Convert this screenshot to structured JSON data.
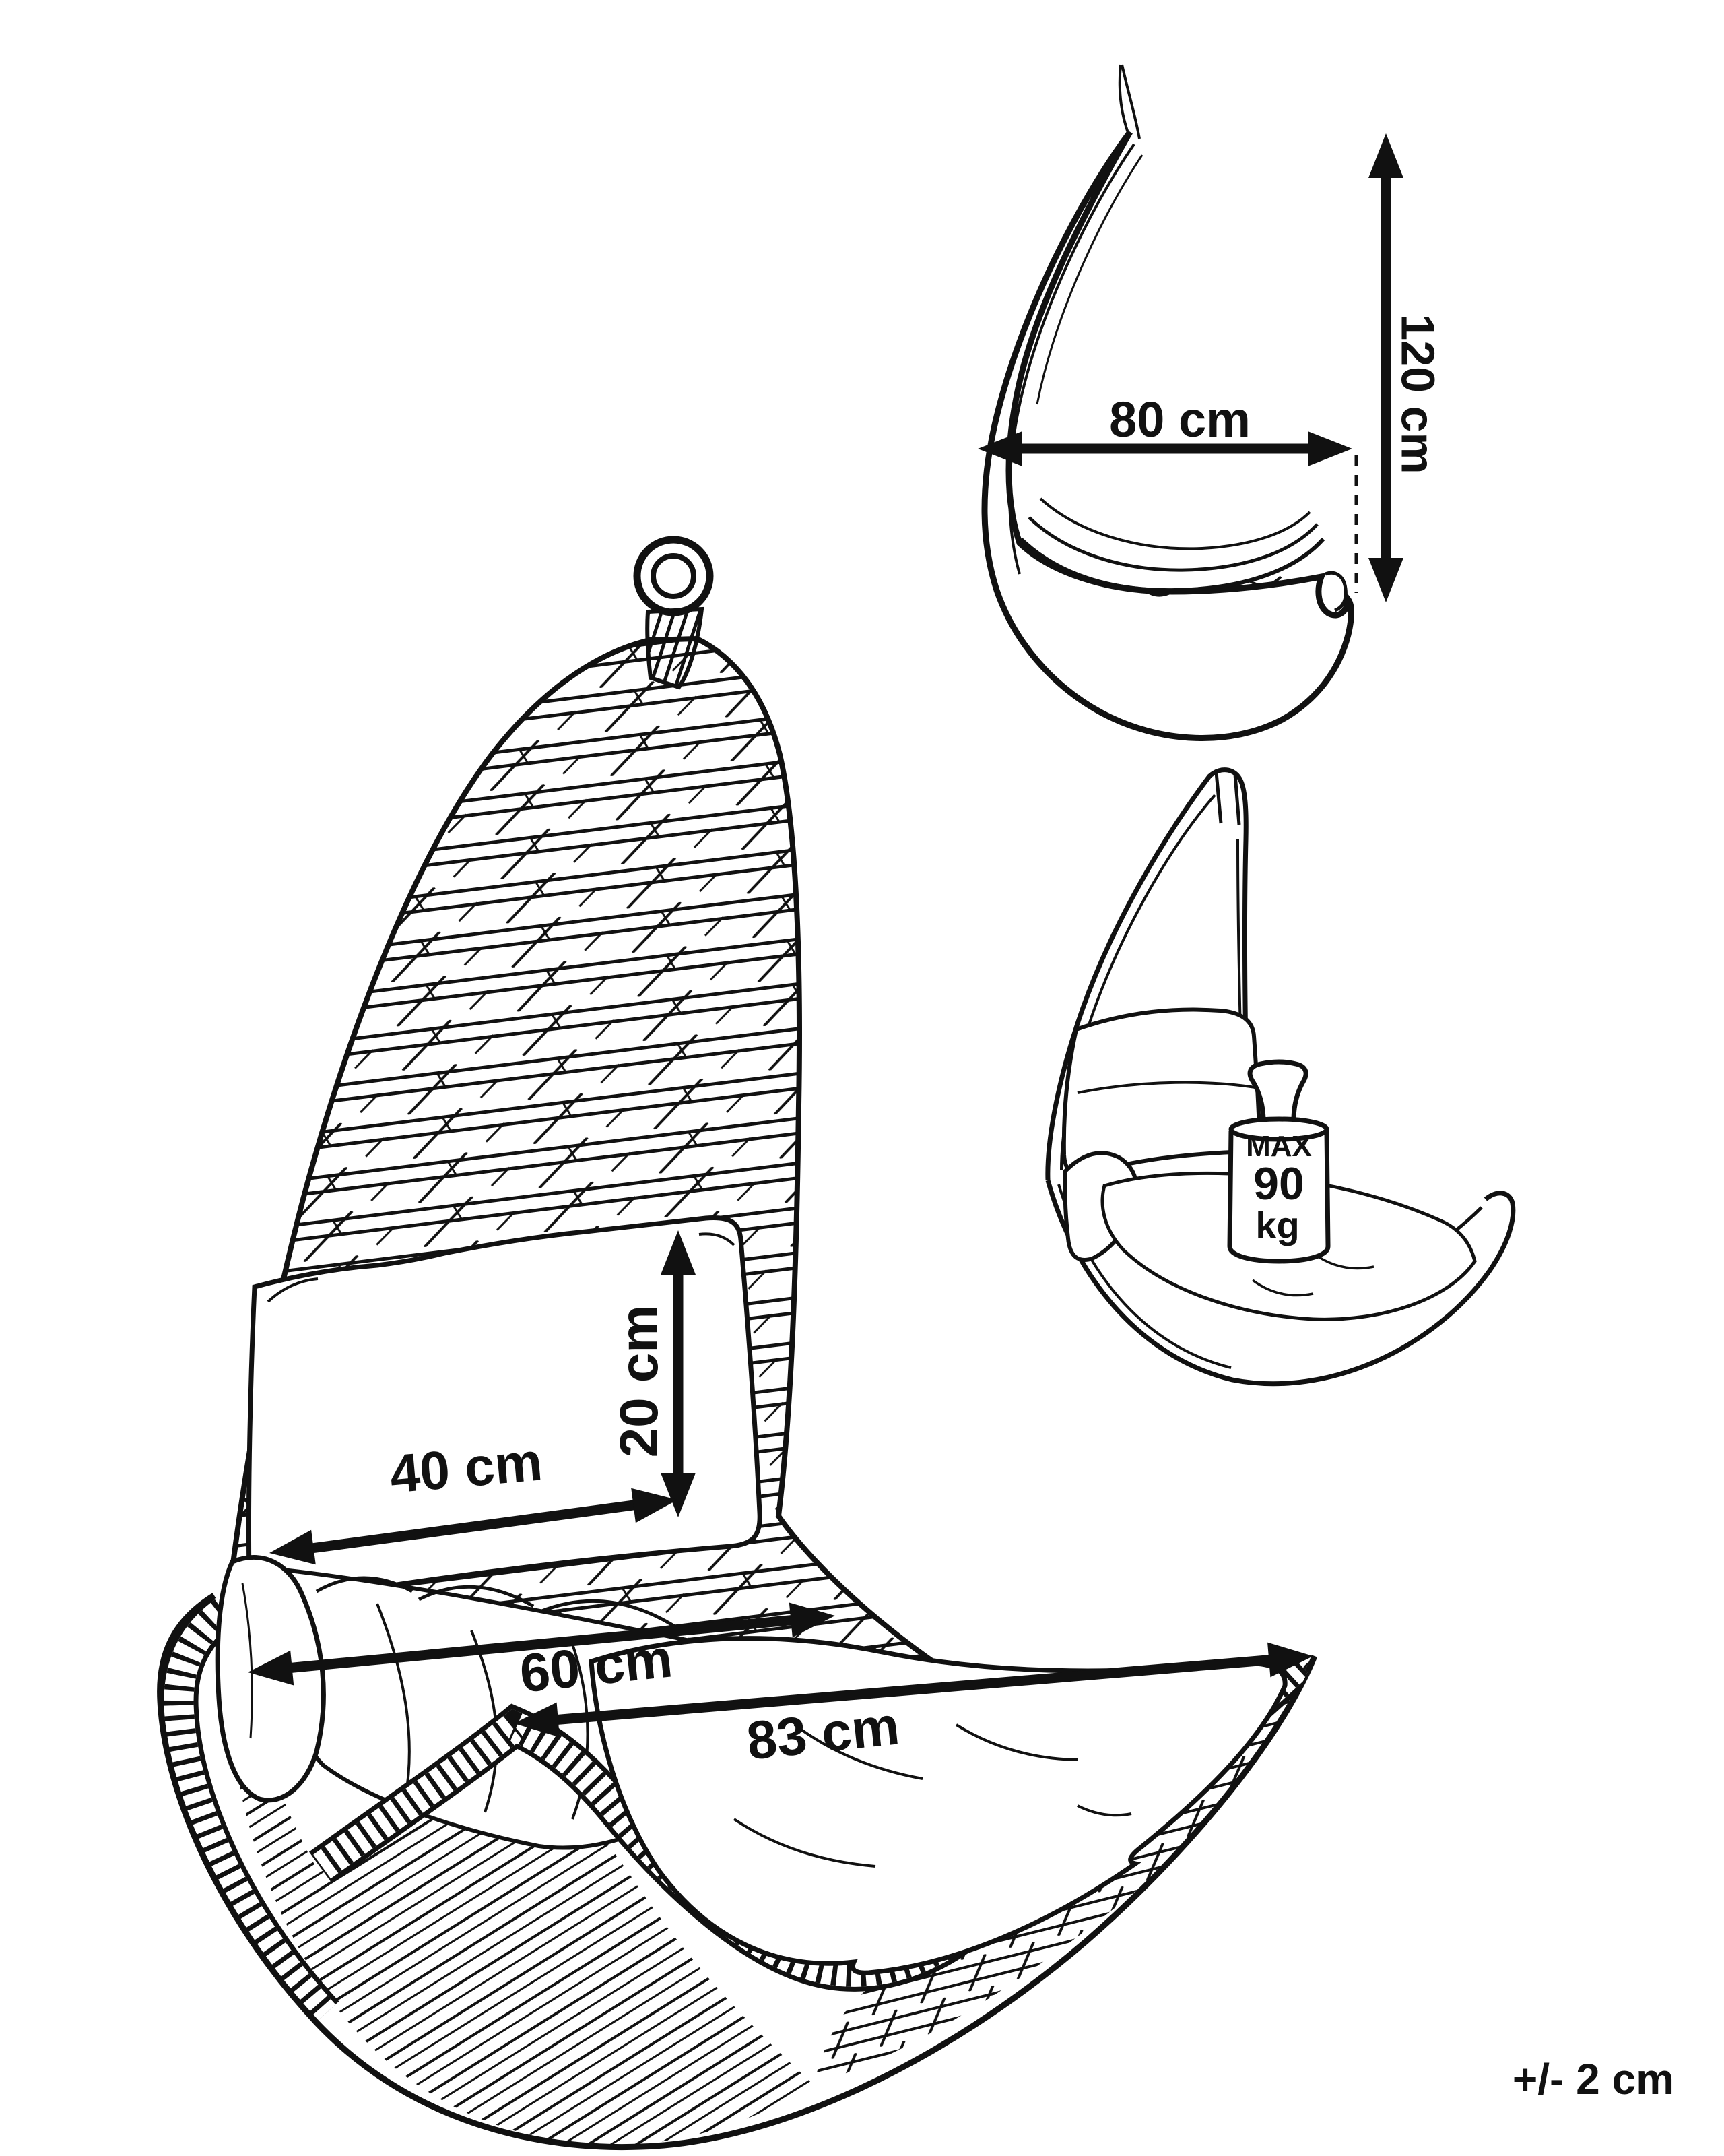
{
  "page": {
    "background": "#ffffff",
    "ink": "#111111",
    "tolerance_label": "+/- 2 cm"
  },
  "product": {
    "type": "hanging egg chair with cushions",
    "drawing_style": "black-and-white technical line drawing"
  },
  "views": {
    "main": {
      "name": "front perspective view with wicker weave texture",
      "dims": {
        "backrest_height": {
          "label": "20 cm",
          "value_cm": 20,
          "orientation": "vertical"
        },
        "backrest_width": {
          "label": "40 cm",
          "value_cm": 40,
          "orientation": "horizontal"
        },
        "seat_width": {
          "label": "60 cm",
          "value_cm": 60,
          "orientation": "horizontal"
        },
        "overall_width": {
          "label": "83 cm",
          "value_cm": 83,
          "orientation": "horizontal"
        }
      }
    },
    "side": {
      "name": "side profile view",
      "dims": {
        "depth": {
          "label": "80 cm",
          "value_cm": 80,
          "orientation": "horizontal"
        },
        "height": {
          "label": "120 cm",
          "value_cm": 120,
          "orientation": "vertical"
        }
      }
    },
    "load": {
      "name": "front view with maximum load weight",
      "max_load": {
        "label": "MAX",
        "value": "90",
        "unit": "kg"
      }
    }
  }
}
